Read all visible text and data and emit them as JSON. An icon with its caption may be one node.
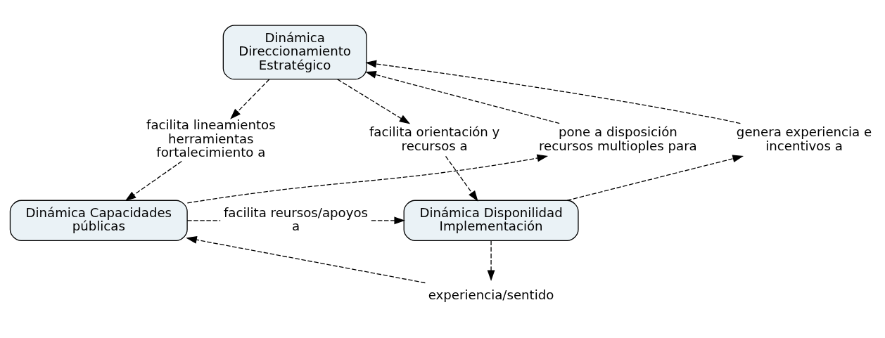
{
  "diagram": {
    "nodes": [
      {
        "text": [
          "Dinámica Direccionamiento Estratégico"
        ]
      },
      {
        "text": [
          "Dinámica Capacidades públicas"
        ]
      },
      {
        "text": [
          "Dinámica Disponilidad Implementación"
        ]
      },
      {
        "text": [
          "pone a disposición recursos multioples para"
        ]
      },
      {
        "text": [
          "facilita lineamientos herramientas fortalecimiento a"
        ]
      },
      {
        "text": [
          "facilita orientación y recursos a"
        ]
      },
      {
        "text": [
          "genera experiencia e incentivos a"
        ]
      },
      {
        "text": [
          "experiencia/sentido"
        ]
      },
      {
        "text": [
          "facilita reursos/apoyos a"
        ]
      }
    ],
    "edges": [
      {
        "from": 1,
        "to": 3,
        "arrow": "to",
        "style": "dashed"
      },
      {
        "from": 3,
        "to": 0,
        "arrow": "to",
        "style": "dashed"
      },
      {
        "from": 0,
        "to": 4,
        "arrow": "to",
        "style": "dashed"
      },
      {
        "from": 4,
        "to": 1,
        "arrow": "to",
        "style": "dashed"
      },
      {
        "from": 0,
        "to": 5,
        "arrow": "to",
        "style": "dashed"
      },
      {
        "from": 5,
        "to": 2,
        "arrow": "to",
        "style": "dashed"
      },
      {
        "from": 2,
        "to": 6,
        "arrow": "to",
        "style": "dashed"
      },
      {
        "from": 6,
        "to": 0,
        "arrow": "to",
        "style": "dashed"
      },
      {
        "from": 1,
        "to": 8,
        "arrow": "none",
        "style": "dashed"
      },
      {
        "from": 8,
        "to": 2,
        "arrow": "to",
        "style": "dashed"
      },
      {
        "from": 2,
        "to": 7,
        "arrow": "to",
        "style": "dashed"
      },
      {
        "from": 7,
        "to": 1,
        "arrow": "to",
        "style": "dashed"
      }
    ]
  }
}
